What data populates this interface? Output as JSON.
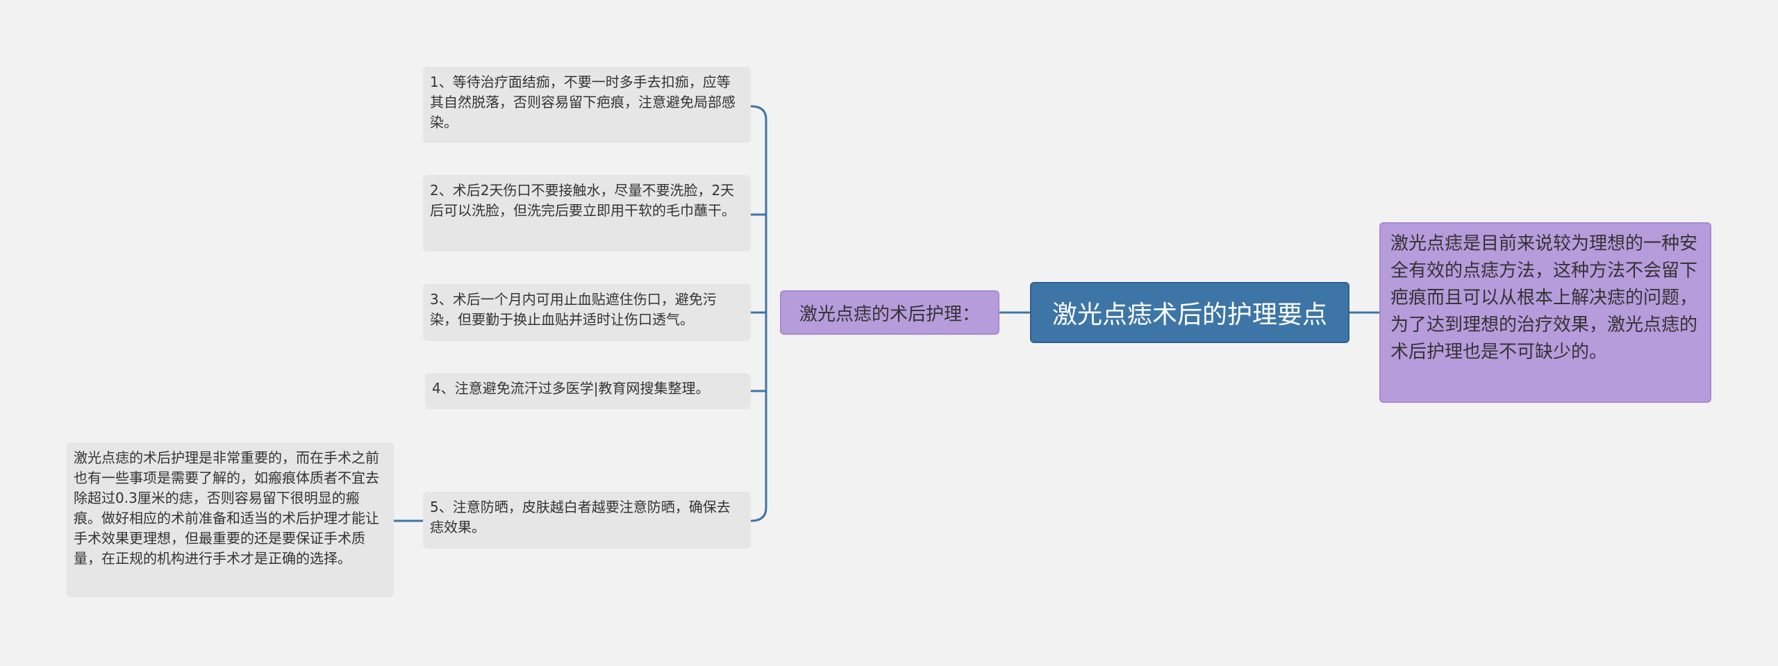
{
  "root": {
    "label": "激光点痣术后的护理要点"
  },
  "summary": {
    "text": "激光点痣是目前来说较为理想的一种安全有效的点痣方法，这种方法不会留下疤痕而且可以从根本上解决痣的问题，为了达到理想的治疗效果，激光点痣的术后护理也是不可缺少的。"
  },
  "branch": {
    "label": "激光点痣的术后护理："
  },
  "items": [
    {
      "text": "1、等待治疗面结痂，不要一时多手去扣痂，应等其自然脱落，否则容易留下疤痕，注意避免局部感染。"
    },
    {
      "text": "2、术后2天伤口不要接触水，尽量不要洗脸，2天后可以洗脸，但洗完后要立即用干软的毛巾蘸干。"
    },
    {
      "text": "3、术后一个月内可用止血贴遮住伤口，避免污染，但要勤于换止血贴并适时让伤口透气。"
    },
    {
      "text": "4、注意避免流汗过多医学|教育网搜集整理。"
    },
    {
      "text": "5、注意防晒，皮肤越白者越要注意防晒，确保去痣效果。"
    }
  ],
  "note": {
    "text": "激光点痣的术后护理是非常重要的，而在手术之前也有一些事项是需要了解的，如瘢痕体质者不宜去除超过0.3厘米的痣，否则容易留下很明显的瘢痕。做好相应的术前准备和适当的术后护理才能让手术效果更理想，但最重要的还是要保证手术质量，在正规的机构进行手术才是正确的选择。"
  },
  "colors": {
    "root_fill": "#3d75a6",
    "branch_fill": "#b79cdc",
    "leaf_fill": "#e6e6e6",
    "connector": "#3d75a6",
    "background": "#f2f2f2"
  }
}
